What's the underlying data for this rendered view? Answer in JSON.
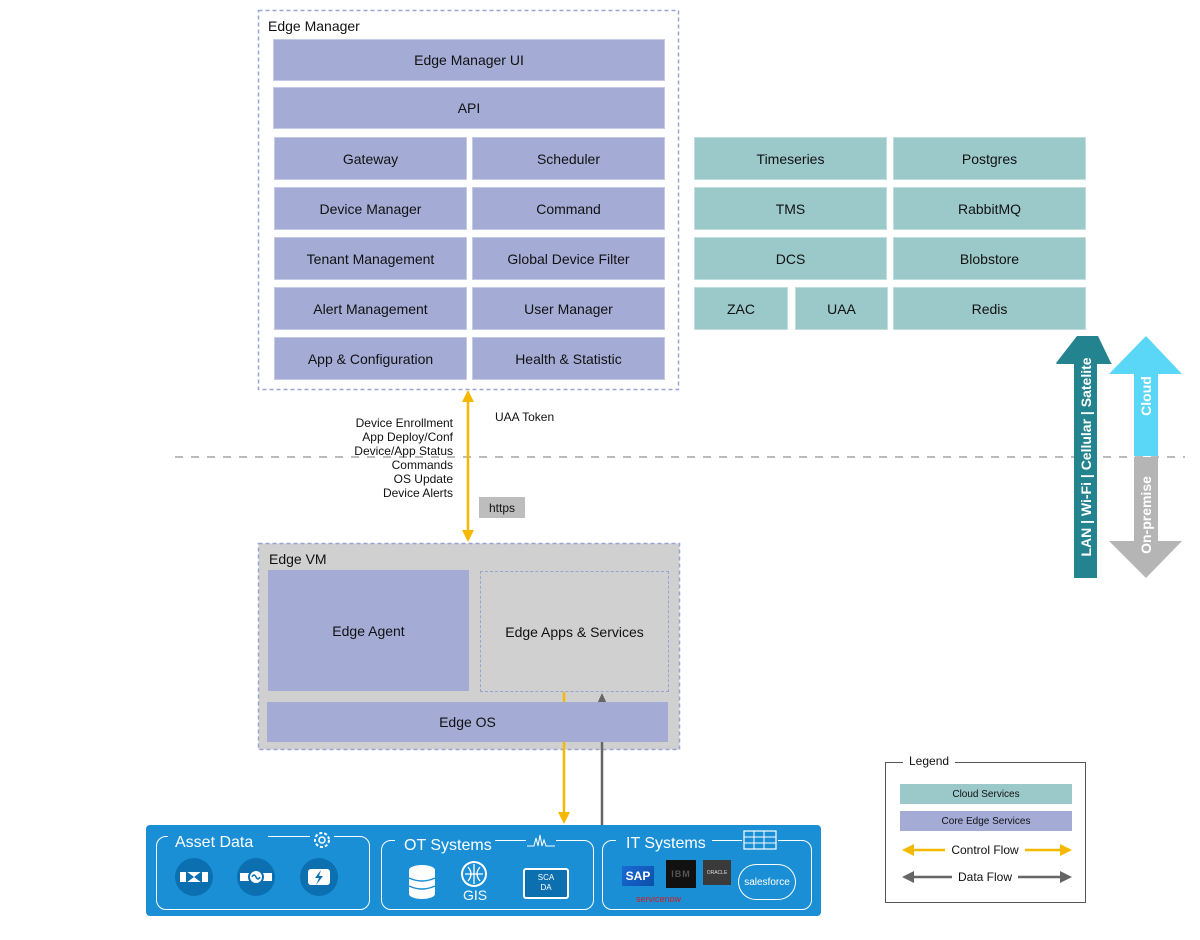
{
  "edge_manager": {
    "title": "Edge Manager",
    "ui": "Edge Manager UI",
    "api": "API",
    "services": [
      [
        "Gateway",
        "Scheduler"
      ],
      [
        "Device Manager",
        "Command"
      ],
      [
        "Tenant Management",
        "Global Device Filter"
      ],
      [
        "Alert Management",
        "User Manager"
      ],
      [
        "App & Configuration",
        "Health & Statistic"
      ]
    ]
  },
  "cloud_services": {
    "rows": [
      [
        "Timeseries",
        "Postgres"
      ],
      [
        "TMS",
        "RabbitMQ"
      ],
      [
        "DCS",
        "Blobstore"
      ]
    ],
    "zac": "ZAC",
    "uaa": "UAA",
    "redis": "Redis"
  },
  "arrows": {
    "network": "LAN | Wi-Fi | Cellular | Satelite",
    "cloud": "Cloud",
    "on_premise": "On-premise"
  },
  "control": {
    "flows": [
      "Device Enrollment",
      "App Deploy/Conf",
      "Device/App Status",
      "Commands",
      "OS Update",
      "Device Alerts"
    ],
    "uaa_token": "UAA Token",
    "https": "https"
  },
  "edge_vm": {
    "title": "Edge VM",
    "agent": "Edge Agent",
    "apps": "Edge Apps & Services",
    "os": "Edge OS"
  },
  "bottom": {
    "asset_data": "Asset Data",
    "ot_systems": "OT Systems",
    "it_systems": "IT Systems",
    "gis": "GIS",
    "scada_line1": "SCA",
    "scada_line2": "DA",
    "sap": "SAP",
    "oracle": "ORACLE",
    "salesforce": "salesforce",
    "servicenow": "servicenow",
    "ibm": "IBM"
  },
  "legend": {
    "title": "Legend",
    "cloud_services": "Cloud Services",
    "core_edge_services": "Core Edge Services",
    "control_flow": "Control Flow",
    "data_flow": "Data Flow"
  },
  "colors": {
    "core": "#a4acd6",
    "cloud": "#9bc8c9",
    "control_flow": "#f5b800",
    "data_flow": "#666666",
    "bottom_bg": "#1a8fd6",
    "network_arrow": "#23838e",
    "cloud_arrow": "#5ad6f6",
    "onprem_arrow": "#b5b5b5"
  }
}
